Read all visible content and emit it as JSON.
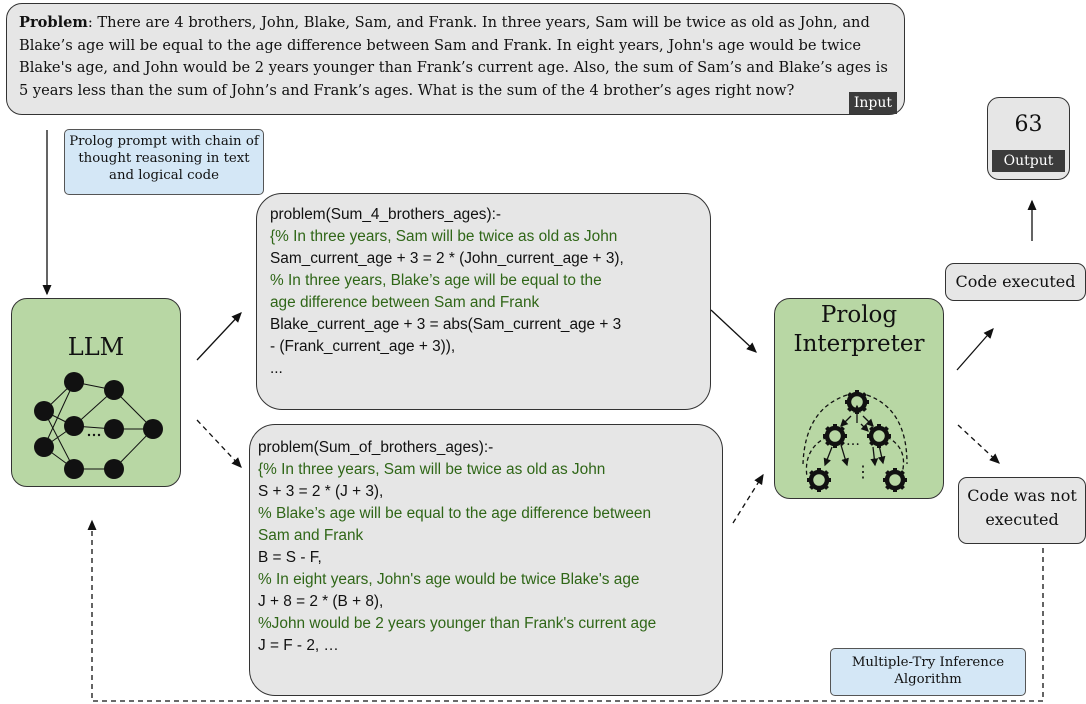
{
  "problem": {
    "bold_label": "Problem",
    "text": ": There are 4 brothers, John, Blake, Sam, and Frank. In three years, Sam will be twice as old as John, and Blake’s age will be equal to the age difference between Sam and Frank. In eight years, John's age would be twice Blake's age, and John would be 2 years younger than Frank’s current age. Also, the sum of Sam’s and Blake’s ages is 5 years less than the sum of John’s and Frank’s ages. What is the sum of the 4 brother’s ages right now?",
    "tag": "Input"
  },
  "output": {
    "value": "63",
    "tag": "Output"
  },
  "cot_note": "Prolog prompt with chain of thought reasoning in text and logical code",
  "llm": {
    "label": "LLM"
  },
  "code1": {
    "lines": [
      {
        "text": "problem(Sum_4_brothers_ages):-",
        "comment": false
      },
      {
        "text": "{% In three years, Sam will be twice as old as John",
        "comment": true
      },
      {
        "text": "Sam_current_age + 3 = 2 * (John_current_age + 3),",
        "comment": false
      },
      {
        "text": "% In three years, Blake’s age will be equal to the",
        "comment": true
      },
      {
        "text": "age difference between Sam and Frank",
        "comment": true
      },
      {
        "text": "Blake_current_age + 3 = abs(Sam_current_age + 3",
        "comment": false
      },
      {
        "text": "- (Frank_current_age + 3)),",
        "comment": false
      },
      {
        "text": "...",
        "comment": false
      }
    ]
  },
  "code2": {
    "lines": [
      {
        "text": "problem(Sum_of_brothers_ages):-",
        "comment": false
      },
      {
        "text": "{% In three years, Sam will be twice as old as John",
        "comment": true
      },
      {
        "text": "S + 3 = 2 * (J + 3),",
        "comment": false
      },
      {
        "text": "% Blake’s age will be equal to the age difference between",
        "comment": true
      },
      {
        "text": "Sam and Frank",
        "comment": true
      },
      {
        "text": "B = S - F,",
        "comment": false
      },
      {
        "text": "% In eight years, John's age would be twice Blake's age",
        "comment": true
      },
      {
        "text": "J + 8 = 2 * (B + 8),",
        "comment": false
      },
      {
        "text": "%John would be 2 years younger than Frank's current age",
        "comment": true
      },
      {
        "text": "J = F - 2, …",
        "comment": false
      }
    ]
  },
  "prolog": {
    "title_line1": "Prolog",
    "title_line2": "Interpreter",
    "gear_dots": "…",
    "gear_vdots": "⋮"
  },
  "status": {
    "executed": "Code executed",
    "not_executed": "Code was not executed"
  },
  "mtia_note": "Multiple-Try Inference Algorithm",
  "colors": {
    "node_green": "#b8d7a4",
    "box_gray": "#e6e6e6",
    "note_blue": "#d4e7f6",
    "comment_green": "#2f6617"
  },
  "icons": [
    "neural-network-icon",
    "gears-icon"
  ]
}
